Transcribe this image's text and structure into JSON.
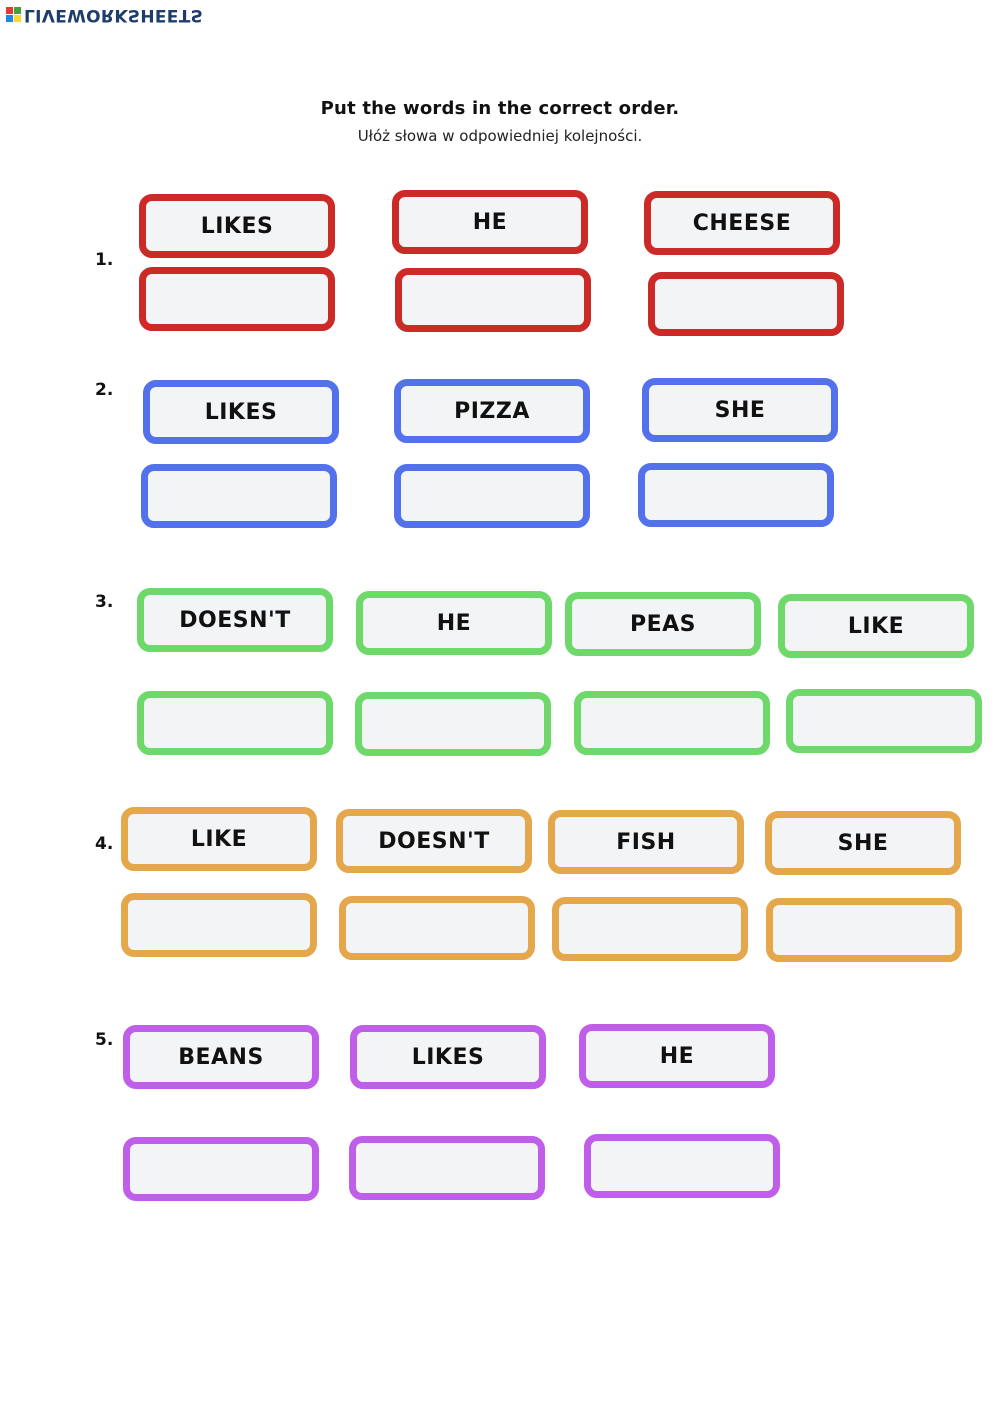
{
  "logo": {
    "text": "LIVEWORKSHEETS",
    "colors": [
      "#e53935",
      "#43a047",
      "#1e88e5",
      "#fdd835"
    ]
  },
  "title": "Put the words in the correct order.",
  "subtitle": "Ułóż słowa w odpowiedniej kolejności.",
  "exercises": [
    {
      "number": "1.",
      "color": "red",
      "words": [
        "LIKES",
        "HE",
        "CHEESE"
      ]
    },
    {
      "number": "2.",
      "color": "blue",
      "words": [
        "LIKES",
        "PIZZA",
        "SHE"
      ]
    },
    {
      "number": "3.",
      "color": "green",
      "words": [
        "DOESN'T",
        "HE",
        "PEAS",
        "LIKE"
      ]
    },
    {
      "number": "4.",
      "color": "orange",
      "words": [
        "LIKE",
        "DOESN'T",
        "FISH",
        "SHE"
      ]
    },
    {
      "number": "5.",
      "color": "purple",
      "words": [
        "BEANS",
        "LIKES",
        "HE"
      ]
    }
  ]
}
